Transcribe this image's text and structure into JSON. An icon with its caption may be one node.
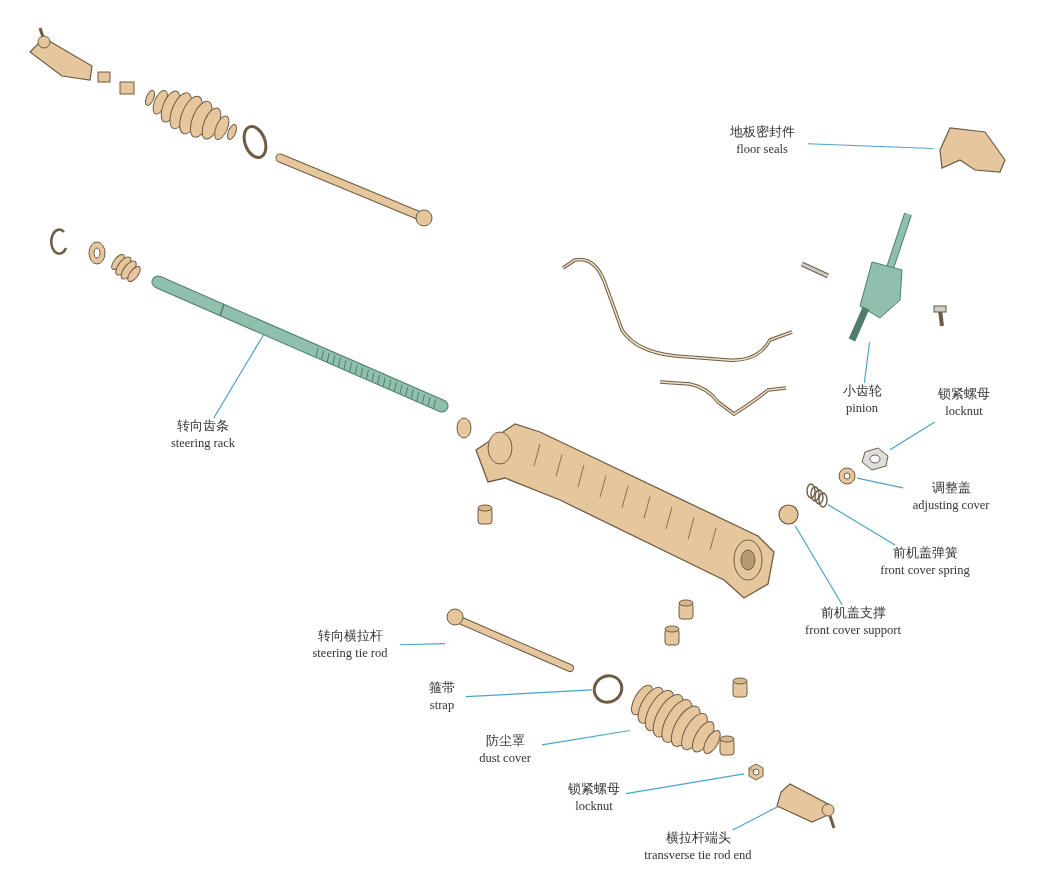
{
  "diagram": {
    "nodes": [
      {
        "text": [
          "地板密封件",
          "floor seals"
        ]
      },
      {
        "text": [],
        "shape": "picture"
      },
      {
        "text": [
          "小齿轮",
          "pinion"
        ]
      },
      {
        "text": [],
        "shape": "picture"
      },
      {
        "text": [
          "锁紧螺母",
          "locknut"
        ]
      },
      {
        "text": [],
        "shape": "picture"
      },
      {
        "text": [
          "调整盖",
          "adjusting cover"
        ]
      },
      {
        "text": [],
        "shape": "picture"
      },
      {
        "text": [
          "前机盖弹簧",
          "front cover spring"
        ]
      },
      {
        "text": [],
        "shape": "picture"
      },
      {
        "text": [
          "前机盖支撑",
          "front cover support"
        ]
      },
      {
        "text": [],
        "shape": "circle"
      },
      {
        "text": [
          "转向齿条",
          "steering rack"
        ]
      },
      {
        "text": [],
        "shape": "picture"
      },
      {
        "text": [
          "转向横拉杆",
          "steering tie rod"
        ]
      },
      {
        "text": [],
        "shape": "picture"
      },
      {
        "text": [
          "箍带",
          "strap"
        ]
      },
      {
        "text": [],
        "shape": "circle"
      },
      {
        "text": [
          "防尘罩",
          "dust cover"
        ]
      },
      {
        "text": [],
        "shape": "picture"
      },
      {
        "text": [
          "锁紧螺母",
          "locknut"
        ]
      },
      {
        "text": [],
        "shape": "picture"
      },
      {
        "text": [
          "横拉杆端头",
          "transverse tie rod end"
        ]
      },
      {
        "text": [],
        "shape": "picture"
      }
    ],
    "edges": [
      {
        "from": 0,
        "to": 1,
        "arrow": "none"
      },
      {
        "from": 2,
        "to": 3,
        "arrow": "none"
      },
      {
        "from": 4,
        "to": 5,
        "arrow": "none"
      },
      {
        "from": 6,
        "to": 7,
        "arrow": "none"
      },
      {
        "from": 8,
        "to": 9,
        "arrow": "none"
      },
      {
        "from": 10,
        "to": 11,
        "arrow": "none"
      },
      {
        "from": 12,
        "to": 13,
        "arrow": "none"
      },
      {
        "from": 14,
        "to": 15,
        "arrow": "none"
      },
      {
        "from": 16,
        "to": 17,
        "arrow": "none"
      },
      {
        "from": 18,
        "to": 19,
        "arrow": "none"
      },
      {
        "from": 20,
        "to": 21,
        "arrow": "none"
      },
      {
        "from": 22,
        "to": 23,
        "arrow": "none"
      }
    ]
  }
}
